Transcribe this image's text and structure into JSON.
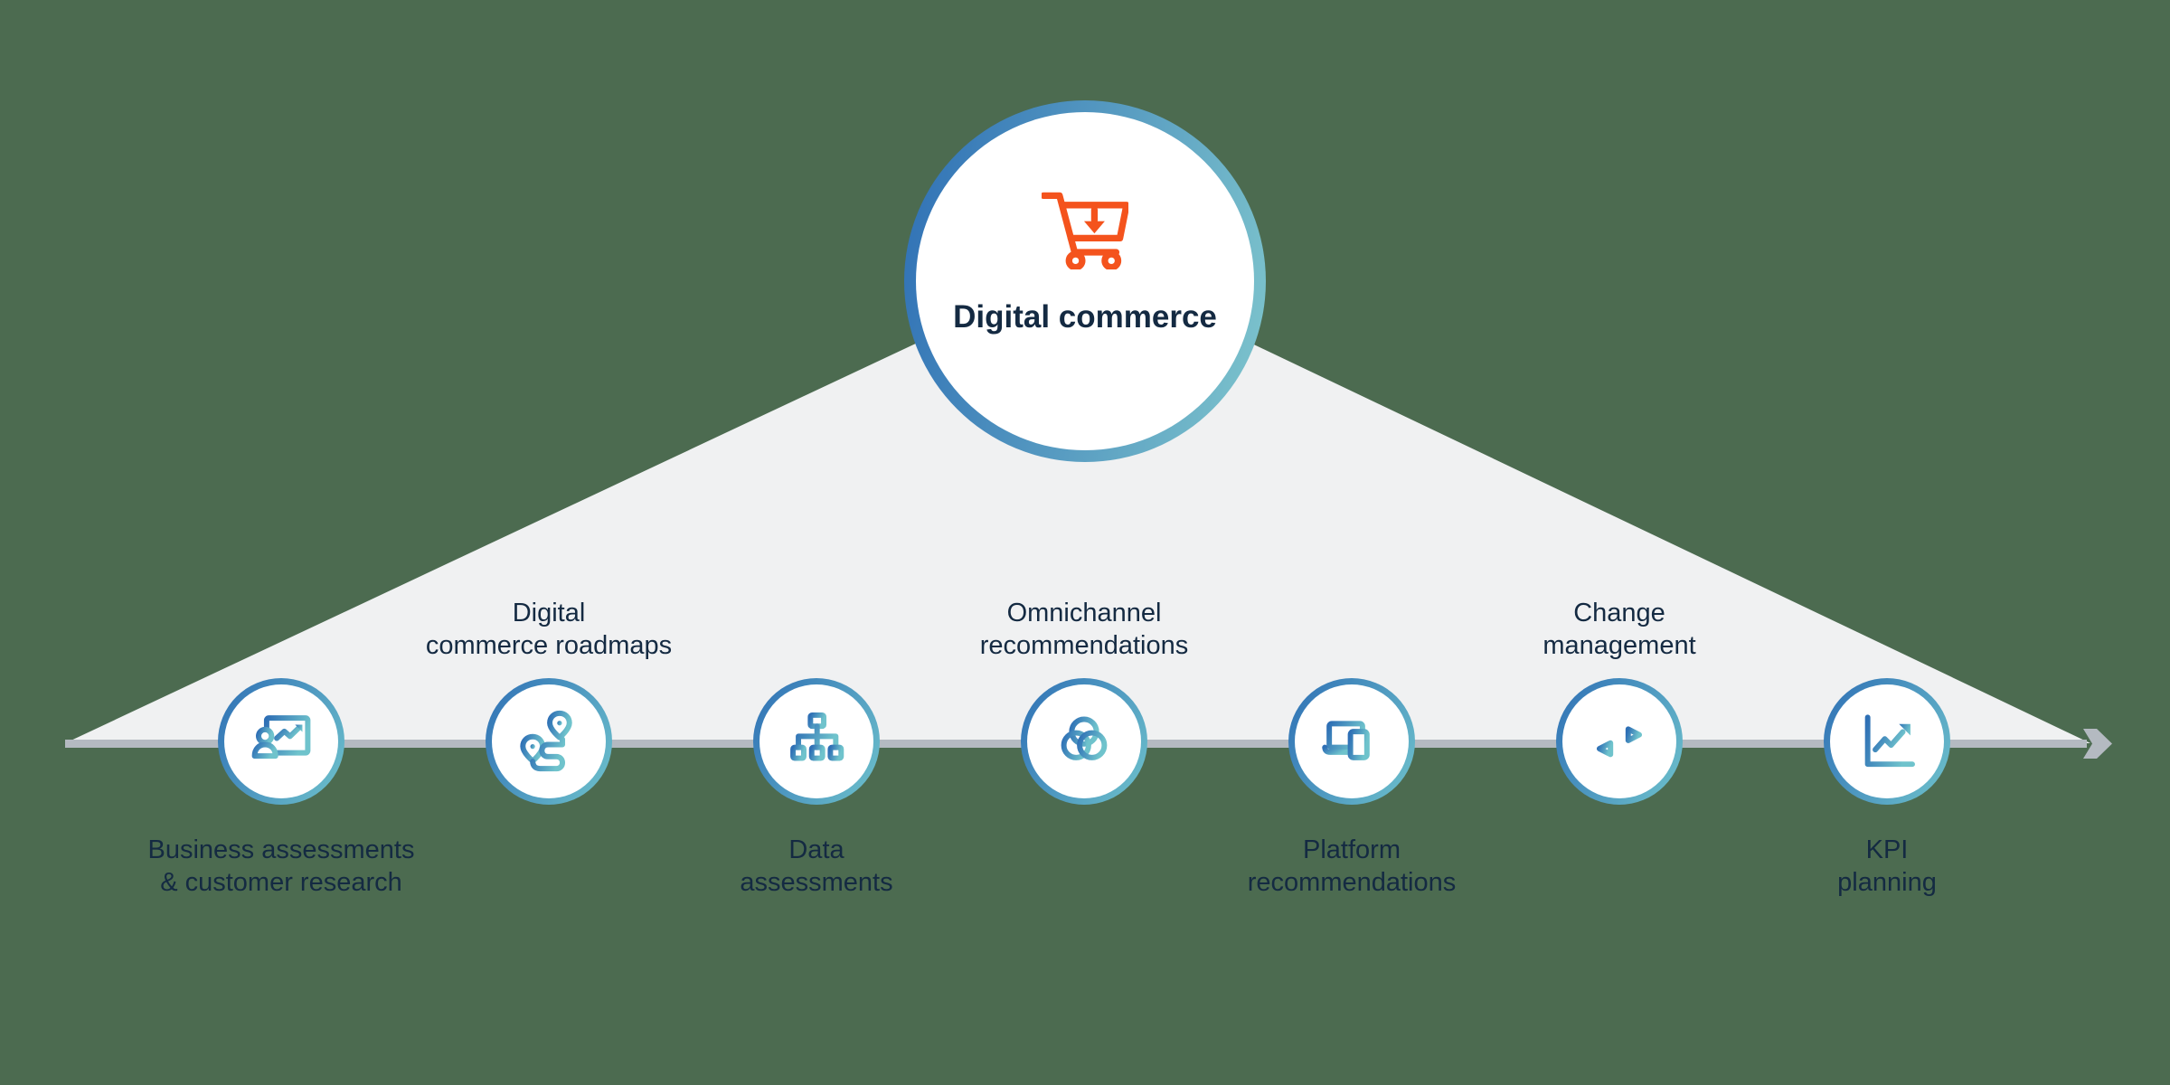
{
  "hub": {
    "title_lines": [
      "Digital",
      "commerce"
    ],
    "icon": "shopping-cart-download-icon"
  },
  "steps": [
    {
      "icon": "presentation-chart-icon",
      "label_position": "below",
      "label_lines": [
        "Business assessments",
        "& customer research"
      ]
    },
    {
      "icon": "route-pins-icon",
      "label_position": "above",
      "label_lines": [
        "Digital",
        "commerce roadmaps"
      ]
    },
    {
      "icon": "sitemap-icon",
      "label_position": "below",
      "label_lines": [
        "Data",
        "assessments"
      ]
    },
    {
      "icon": "venn-circles-icon",
      "label_position": "above",
      "label_lines": [
        "Omnichannel",
        "recommendations"
      ]
    },
    {
      "icon": "laptop-phone-icon",
      "label_position": "below",
      "label_lines": [
        "Platform",
        "recommendations"
      ]
    },
    {
      "icon": "transfer-arrows-icon",
      "label_position": "above",
      "label_lines": [
        "Change",
        "management"
      ]
    },
    {
      "icon": "line-chart-arrow-icon",
      "label_position": "below",
      "label_lines": [
        "KPI",
        "planning"
      ]
    }
  ],
  "colors": {
    "background": "#4C6B50",
    "triangle": "#F0F1F2",
    "timeline": "#B4BAC1",
    "navy_text": "#142A42",
    "accent_orange": "#F4531D",
    "gradient_blue": "#2E6FB5",
    "gradient_teal": "#6FC3CC"
  }
}
